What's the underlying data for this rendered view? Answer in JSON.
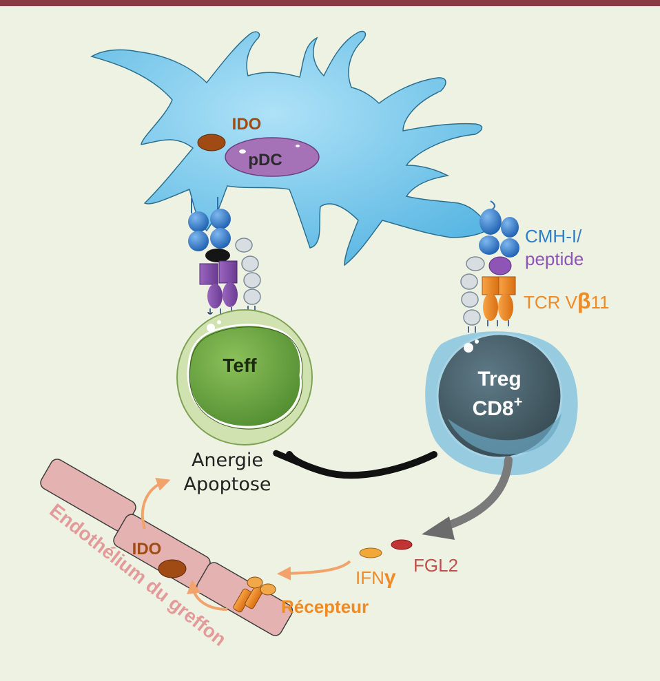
{
  "colors": {
    "background": "#eef2e2",
    "top_bar": "#8a3a45",
    "dendritic_cell": "#6ec3e8",
    "nucleus_pdc": "#a572b8",
    "teff_cell": "#9dc36b",
    "treg_halo": "#8dc6e0",
    "treg_core": "#4b6470",
    "mhc_blue": "#2f7fc7",
    "peptide_purple": "#8e54b6",
    "tcr_orange": "#f08a24",
    "endothelium": "#e4b2b0",
    "ido_brown": "#a04a14",
    "fgl2_red": "#c03434",
    "arrow_orange": "#f2a36c",
    "arrow_gray": "#707070"
  },
  "labels": {
    "ido_top": "IDO",
    "pdc": "pDC",
    "cmh_line1": "CMH-I/",
    "cmh_line2": "peptide",
    "tcr_prefix": "TCR V",
    "tcr_beta": "β",
    "tcr_suffix": "11",
    "teff": "Teff",
    "treg_line1": "Treg",
    "treg_line2": "CD8",
    "treg_sup": "+",
    "anergie": "Anergie",
    "apoptose": "Apoptose",
    "ido_bottom": "IDO",
    "endothelium": "Endothélium du greffon",
    "ifn_prefix": "IFN",
    "ifn_gamma": "γ",
    "fgl2": "FGL2",
    "recepteur": "Récepteur"
  }
}
